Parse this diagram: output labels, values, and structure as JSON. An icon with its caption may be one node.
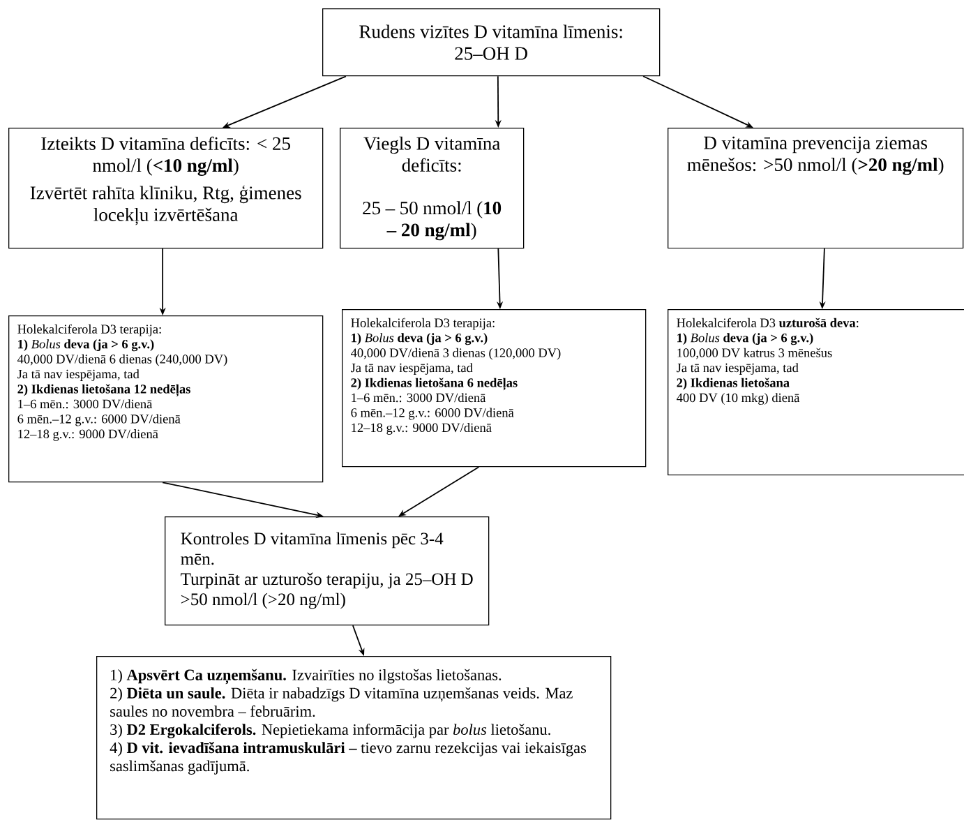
{
  "diagram": {
    "nodes": [
      {
        "text": [
          "Rudens vizītes D vitamīna līmenis: 25–OH D"
        ]
      },
      {
        "text": [
          "Izteikts D vitamīna deficīts: < 25 nmol/l (**<10 ng/ml**)",
          "Izvērtēt rahīta klīniku, Rtg, ģimenes locekļu izvērtēšana"
        ]
      },
      {
        "text": [
          "Viegls D vitamīna deficīts:",
          "25 – 50 nmol/l (**10 – 20 ng/ml**)"
        ]
      },
      {
        "text": [
          "D vitamīna prevencija ziemas mēnešos: >50 nmol/l (**>20 ng/ml**)"
        ]
      },
      {
        "text": [
          "Holekalciferola D3 terapija:",
          "**1)** *Bolus* **deva (ja > 6 g.v.)**",
          "40,000 DV/dienā 6 dienas (240,000 DV)",
          "Ja tā nav iespējama, tad",
          "**2) Ikdienas lietošana 12 nedēļas**",
          "1–6 mēn.: 3000 DV/dienā",
          "6 mēn.–12 g.v.: 6000 DV/dienā",
          "12–18 g.v.: 9000 DV/dienā"
        ]
      },
      {
        "text": [
          "Holekalciferola D3 terapija:",
          "**1)** *Bolus* **deva (ja > 6 g.v.)**",
          "40,000 DV/dienā 3 dienas (120,000 DV)",
          "Ja tā nav iespējama, tad",
          "**2) Ikdienas lietošana 6 nedēļas**",
          "1–6 mēn.: 3000 DV/dienā",
          "6 mēn.–12 g.v.: 6000 DV/dienā",
          "12–18 g.v.: 9000 DV/dienā"
        ]
      },
      {
        "text": [
          "Holekalciferola D3 **uzturošā deva**:",
          "**1)** *Bolus* **deva (ja > 6 g.v.)**",
          "100,000 DV katrus 3 mēnešus",
          "Ja tā nav iespējama, tad",
          "**2) Ikdienas lietošana**",
          "400 DV (10 mkg) dienā"
        ]
      },
      {
        "text": [
          "Kontroles D vitamīna līmenis pēc 3-4 mēn.",
          "Turpināt ar uzturošo terapiju, ja 25–OH D >50 nmol/l (>20 ng/ml)"
        ]
      },
      {
        "text": [
          "1) **Apsvērt Ca uzņemšanu.** Izvairīties no ilgstošas lietošanas.",
          "2) **Diēta un saule.** Diēta ir nabadzīgs D vitamīna uzņemšanas veids. Maz saules no novembra – februārim.",
          "3) **D2 Ergokalciferols.** Nepietiekama informācija par *bolus* lietošanu.",
          "4) **D vit. ievadīšana intramuskulāri –** tievo zarnu rezekcijas vai iekaisīgas saslimšanas gadījumā."
        ]
      }
    ],
    "edges": [
      {
        "from": 0,
        "to": 1,
        "arrow": "to"
      },
      {
        "from": 0,
        "to": 2,
        "arrow": "to"
      },
      {
        "from": 0,
        "to": 3,
        "arrow": "to"
      },
      {
        "from": 1,
        "to": 4,
        "arrow": "to"
      },
      {
        "from": 2,
        "to": 5,
        "arrow": "to"
      },
      {
        "from": 3,
        "to": 6,
        "arrow": "to"
      },
      {
        "from": 4,
        "to": 7,
        "arrow": "to"
      },
      {
        "from": 5,
        "to": 7,
        "arrow": "to"
      },
      {
        "from": 7,
        "to": 8,
        "arrow": "to"
      }
    ]
  }
}
